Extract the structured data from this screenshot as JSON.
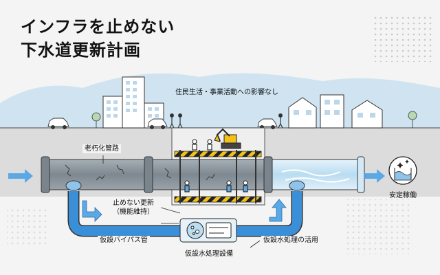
{
  "title": {
    "line1": "インフラを止めない",
    "line2": "下水道更新計画"
  },
  "labels": {
    "residents": "住民生活・事業活動への影響なし",
    "old_pipe": "老朽化管路",
    "nonstop_line1": "止めない更新",
    "nonstop_line2": "（機能維持）",
    "bypass": "仮設バイパス管",
    "treatment_facility": "仮設水処理設備",
    "treatment_use": "仮設水処理の活用",
    "stable": "安定稼働"
  },
  "colors": {
    "sky": "#cfe3f1",
    "ground": "#dcdcdc",
    "old_pipe": "#8c969e",
    "new_pipe": "#cfe6f4",
    "bypass": "#3a8fd8",
    "flow_arrow": "#5aa8e6",
    "hazard_yellow": "#f2c21a",
    "accent_dark": "#222222"
  },
  "icons": {
    "building": "building-icon",
    "house": "house-icon",
    "car": "car-icon",
    "person": "person-icon",
    "excavator": "excavator-icon",
    "worker": "worker-icon",
    "treatment": "treatment-unit-icon",
    "stable": "stable-operation-icon"
  }
}
